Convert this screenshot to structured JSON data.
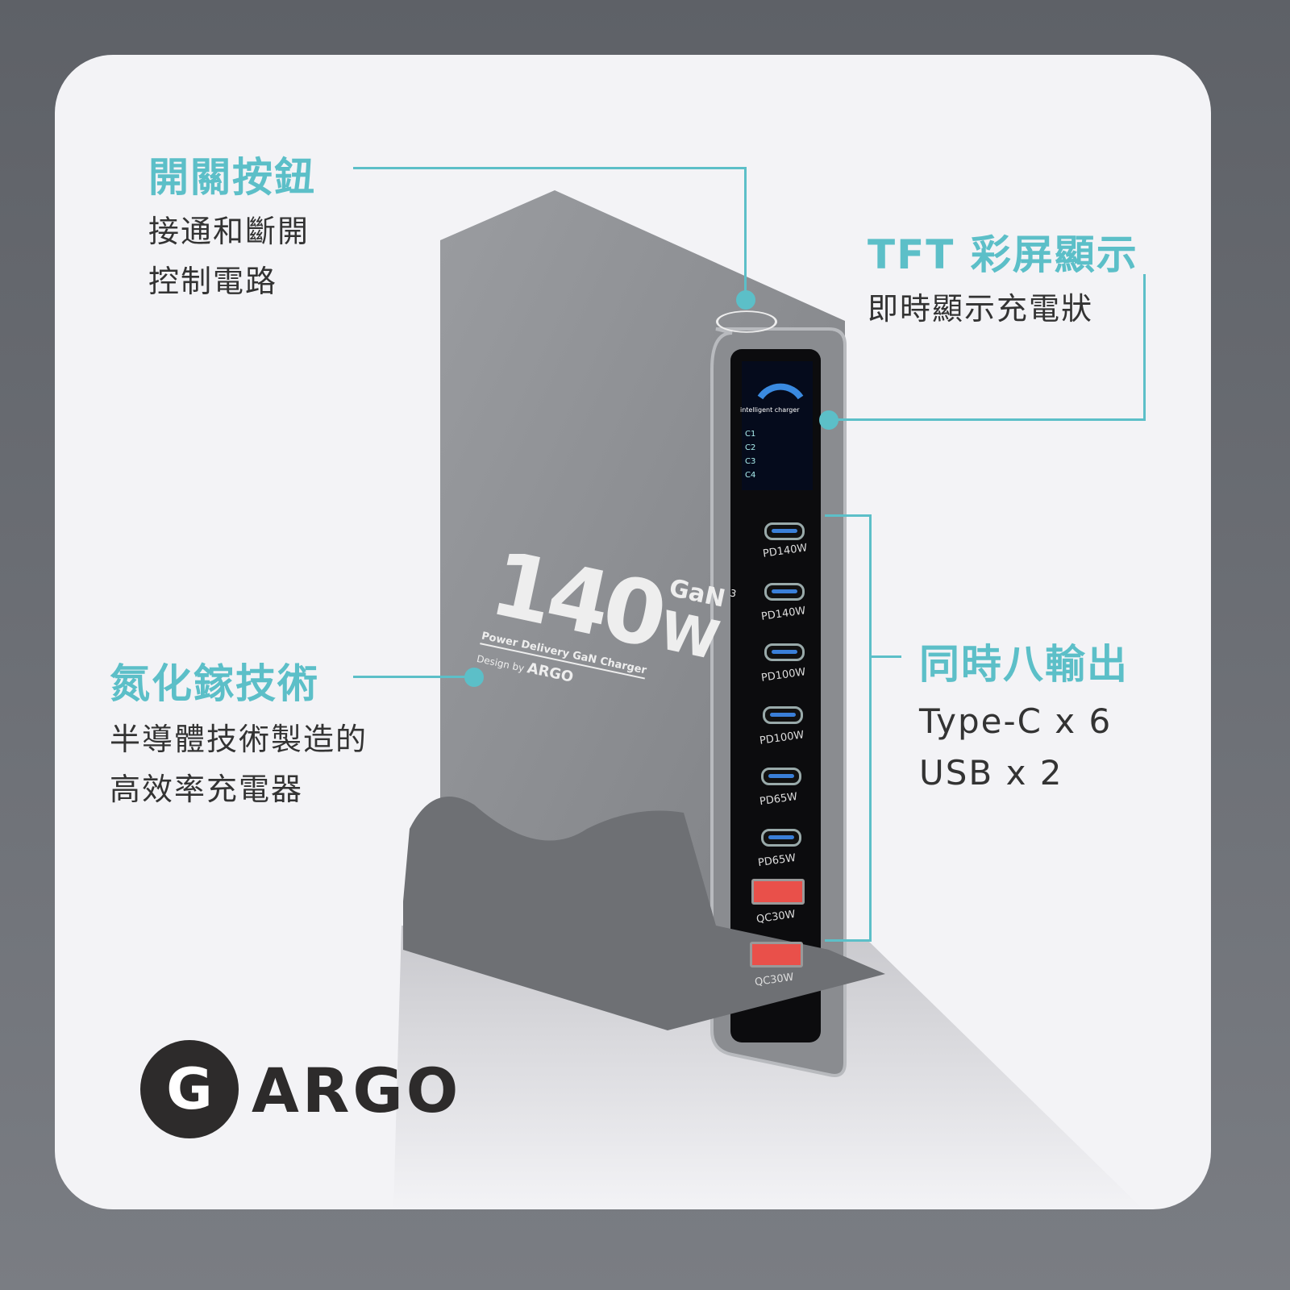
{
  "features": {
    "power_button": {
      "title": "開關按鈕",
      "desc": [
        "接通和斷開",
        "控制電路"
      ]
    },
    "tft_display": {
      "title": "TFT 彩屏顯示",
      "desc": [
        "即時顯示充電狀"
      ]
    },
    "gan_tech": {
      "title": "氮化鎵技術",
      "desc": [
        "半導體技術製造的",
        "高效率充電器"
      ]
    },
    "eight_outputs": {
      "title": "同時八輸出",
      "desc": [
        "Type-C x 6",
        "USB x 2"
      ]
    }
  },
  "product": {
    "wattage": "140",
    "unit": "W",
    "gan": "GaN",
    "superscript": "3",
    "tagline": "Power Delivery GaN Charger",
    "design_by": "Design by",
    "brand_small": "ARGO",
    "screen_label": "intelligent charger",
    "screen_channels": [
      "C1",
      "C2",
      "C3",
      "C4"
    ],
    "ports": [
      "PD140W",
      "PD140W",
      "PD100W",
      "PD100W",
      "PD65W",
      "PD65W",
      "QC30W",
      "QC30W"
    ]
  },
  "brand": {
    "name": "ARGO"
  },
  "colors": {
    "accent": "#5cbfc8",
    "text": "#333333",
    "usb_a": "#e9504a",
    "usb_c": "#3a7fd8"
  }
}
